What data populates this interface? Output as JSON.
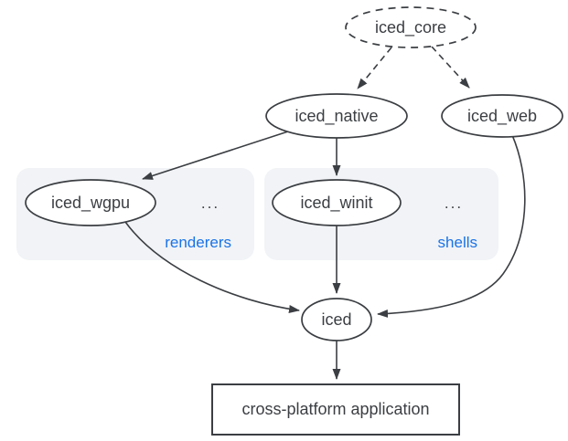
{
  "diagram": {
    "background": "#ffffff",
    "colors": {
      "node_stroke": "#3b3e42",
      "node_fill": "#ffffff",
      "text": "#3b3e42",
      "edge": "#3b3e42",
      "group_fill": "#f1f3f6",
      "group_label": "#1a73e8"
    },
    "nodes": {
      "iced_core": {
        "label": "iced_core",
        "shape": "ellipse",
        "border": "dashed"
      },
      "iced_native": {
        "label": "iced_native",
        "shape": "ellipse",
        "border": "solid"
      },
      "iced_web": {
        "label": "iced_web",
        "shape": "ellipse",
        "border": "solid"
      },
      "iced_wgpu": {
        "label": "iced_wgpu",
        "shape": "ellipse",
        "border": "solid"
      },
      "iced_winit": {
        "label": "iced_winit",
        "shape": "ellipse",
        "border": "solid"
      },
      "iced": {
        "label": "iced",
        "shape": "ellipse",
        "border": "solid"
      },
      "app": {
        "label": "cross-platform application",
        "shape": "rectangle",
        "border": "solid"
      }
    },
    "groups": {
      "renderers": {
        "label": "renderers",
        "ellipsis": "..."
      },
      "shells": {
        "label": "shells",
        "ellipsis": "..."
      }
    },
    "edges": [
      {
        "from": "iced_core",
        "to": "iced_native",
        "style": "dashed"
      },
      {
        "from": "iced_core",
        "to": "iced_web",
        "style": "dashed"
      },
      {
        "from": "iced_native",
        "to": "iced_wgpu",
        "style": "solid"
      },
      {
        "from": "iced_native",
        "to": "iced_winit",
        "style": "solid"
      },
      {
        "from": "iced_wgpu",
        "to": "iced",
        "style": "solid"
      },
      {
        "from": "iced_winit",
        "to": "iced",
        "style": "solid"
      },
      {
        "from": "iced_web",
        "to": "iced",
        "style": "solid"
      },
      {
        "from": "iced",
        "to": "app",
        "style": "solid"
      }
    ]
  }
}
